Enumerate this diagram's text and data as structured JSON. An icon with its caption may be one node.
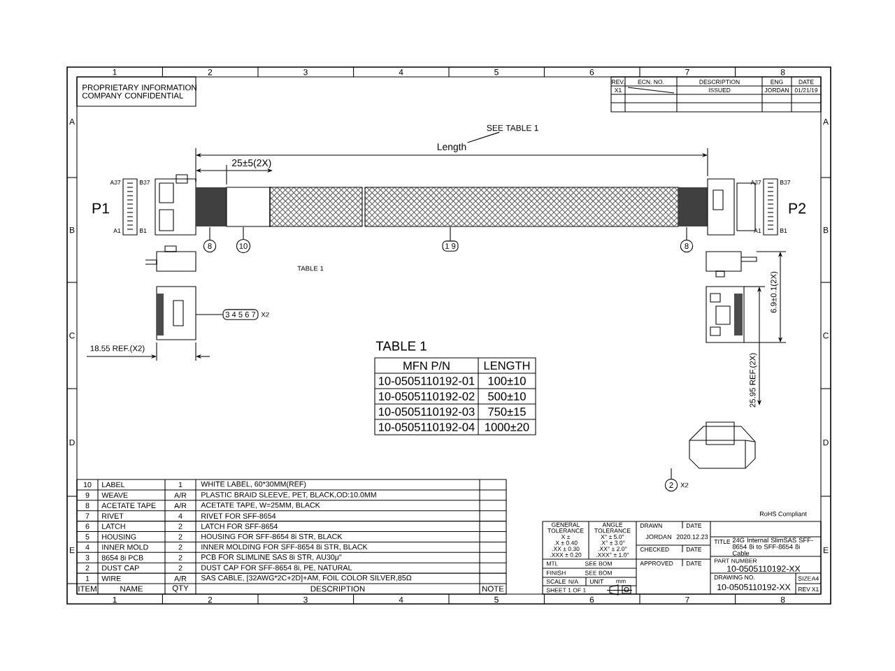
{
  "diagram": {
    "nodes": [
      {
        "text": [
          "8"
        ]
      },
      {
        "text": [
          "10"
        ]
      },
      {
        "text": [
          "1 9"
        ]
      },
      {
        "text": [
          "8"
        ]
      },
      {
        "text": [
          "3 4 5 6 7"
        ],
        "beside": [
          "X2"
        ]
      },
      {
        "text": [
          "2"
        ],
        "beside": [
          "X2"
        ]
      },
      {
        "text": [
          "SEE TABLE 1"
        ]
      },
      {
        "text": [
          "Length"
        ]
      }
    ],
    "edges": [
      {
        "from": 0,
        "to": null,
        "arrow": "none"
      },
      {
        "from": 1,
        "to": null,
        "arrow": "none"
      },
      {
        "from": 2,
        "to": null,
        "arrow": "none"
      },
      {
        "from": 3,
        "to": null,
        "arrow": "none"
      },
      {
        "from": 4,
        "to": null,
        "arrow": "none"
      },
      {
        "from": 5,
        "to": null,
        "arrow": "none"
      },
      {
        "from": 6,
        "to": 7,
        "arrow": "none"
      }
    ],
    "labels": [
      "PROPRIETARY INFORMATION COMPANY CONFIDENTIAL",
      "REV.",
      "ECN. NO.",
      "DESCRIPTION",
      "ENG",
      "DATE",
      "X1",
      "ISSUED",
      "JORDAN",
      "01/21/19",
      "1",
      "2",
      "3",
      "4",
      "5",
      "6",
      "7",
      "8",
      "A",
      "B",
      "C",
      "D",
      "E",
      "A",
      "B",
      "C",
      "D",
      "E",
      "25±5(2X)",
      "A37",
      "B37",
      "P1",
      "A1",
      "B1",
      "A37",
      "B37",
      "P2",
      "A1",
      "B1",
      "TABLE 1",
      "18.55 REF.(X2)",
      "6.9±0.1(2X)",
      "25.95 REF.(2X)",
      "TABLE 1",
      "MFN P/N",
      "LENGTH",
      "10-0505110192-01",
      "100±10",
      "10-0505110192-02",
      "500±10",
      "10-0505110192-03",
      "750±15",
      "10-0505110192-04",
      "1000±20",
      "10",
      "LABEL",
      "1",
      "WHITE LABEL, 60*30MM(REF)",
      "9",
      "WEAVE",
      "A/R",
      "PLASTIC BRAID SLEEVE, PET, BLACK,OD:10.0MM",
      "8",
      "ACETATE TAPE",
      "A/R",
      "ACETATE TAPE, W=25MM, BLACK",
      "7",
      "RIVET",
      "4",
      "RIVET FOR SFF-8654",
      "6",
      "LATCH",
      "2",
      "LATCH FOR SFF-8654",
      "5",
      "HOUSING",
      "2",
      "HOUSING FOR SFF-8654 8i STR, BLACK",
      "4",
      "INNER MOLD",
      "2",
      "INNER MOLDING FOR SFF-8654 8i STR, BLACK",
      "3",
      "8654 8i PCB",
      "2",
      "PCB FOR SLIMLINE SAS 8i STR, AU30μ\"",
      "2",
      "DUST CAP",
      "2",
      "DUST CAP FOR SFF-8654 8i, PE, NATURAL",
      "1",
      "WIRE",
      "A/R",
      "SAS CABLE, [32AWG*2C+2D]+AM, FOIL COLOR SILVER,85Ω",
      "ITEM",
      "NAME",
      "QTY",
      "DESCRIPTION",
      "NOTE",
      "1",
      "2",
      "3",
      "4",
      "5",
      "6",
      "7",
      "8",
      "RoHS Compliant",
      "GENERAL TOLERANCE",
      "X ±",
      ".X ± 0.40",
      ".XX ± 0.30",
      ".XXX ± 0.20",
      "ANGLE TOLERANCE",
      "X° ± 5.0°",
      ".X° ± 3.0°",
      ".XX° ± 2.0°",
      ".XXX° ± 1.0°",
      "MTL",
      "SEE BOM",
      "FINISH",
      "SEE BOM",
      "SCALE",
      "N/A",
      "UNIT",
      "mm",
      "SHEET 1 OF 1",
      "DRAWN",
      "DATE",
      "JORDAN",
      "2020.12.23",
      "CHECKED",
      "DATE",
      "APPROVED",
      "DATE",
      "TITLE",
      "24G Internal SlimSAS SFF-8654 8i to SFF-8654 8i Cable",
      "PART NUMBER",
      "10-0505110192-XX",
      "DRAWING NO.",
      "10-0505110192-XX",
      "SIZE",
      "A4",
      "REV",
      "X1"
    ]
  }
}
